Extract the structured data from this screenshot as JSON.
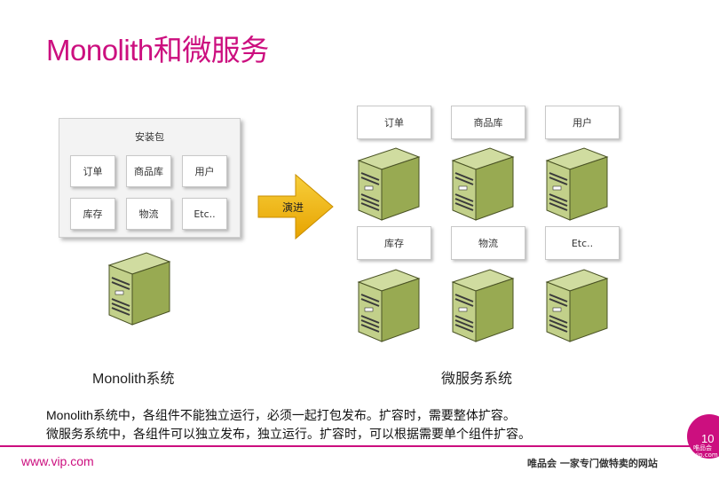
{
  "title": "Monolith和微服务",
  "monolith": {
    "package_label": "安装包",
    "modules": [
      "订单",
      "商品库",
      "用户",
      "库存",
      "物流",
      "Etc.."
    ],
    "caption": "Monolith系统"
  },
  "arrow": {
    "label": "演进"
  },
  "microservices": {
    "services": [
      "订单",
      "商品库",
      "用户",
      "库存",
      "物流",
      "Etc.."
    ],
    "caption": "微服务系统"
  },
  "description": {
    "line1": "Monolith系统中，各组件不能独立运行，必须一起打包发布。扩容时，需要整体扩容。",
    "line2": "微服务系统中，各组件可以独立发布，独立运行。扩容时，可以根据需要单个组件扩容。"
  },
  "footer": {
    "url": "www.vip.com",
    "slogan": "唯品会 一家专门做特卖的网站",
    "page_number": "10",
    "brand_cn": "唯品会",
    "brand_en": "vip.com"
  },
  "colors": {
    "accent": "#cc0f7f",
    "server_green": "#a6b867",
    "arrow_orange": "#f0b400"
  }
}
